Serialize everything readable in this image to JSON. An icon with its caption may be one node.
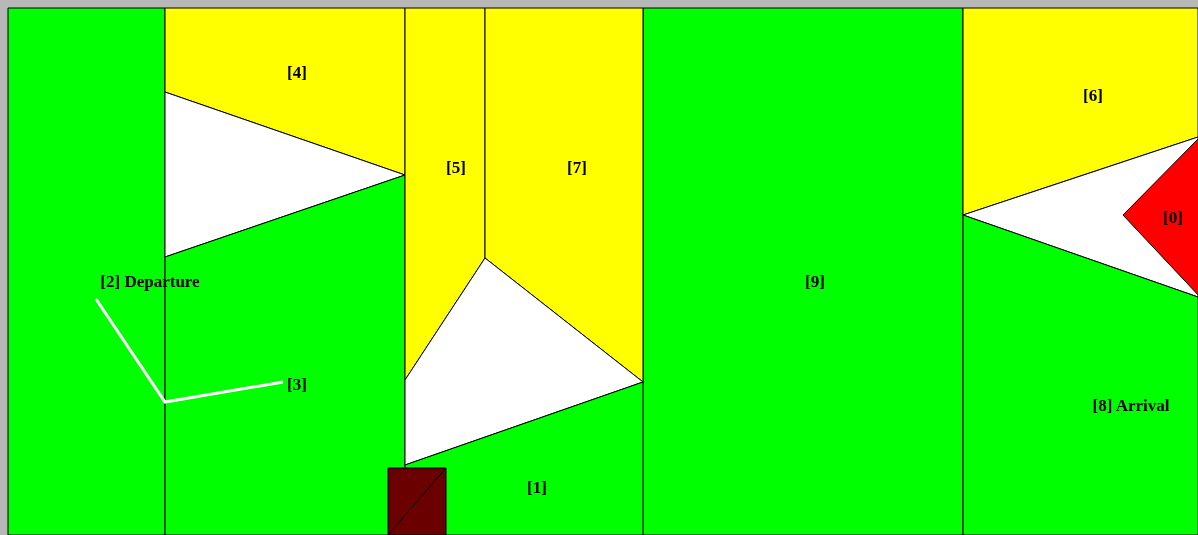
{
  "diagram": {
    "nodes": [
      {
        "text": [
          "[4]"
        ]
      },
      {
        "text": [
          "[5]"
        ]
      },
      {
        "text": [
          "[7]"
        ]
      },
      {
        "text": [
          "[9]"
        ]
      },
      {
        "text": [
          "[6]"
        ]
      },
      {
        "text": [],
        "shape": "triangle"
      },
      {
        "text": [
          "[0]"
        ],
        "in": 7
      },
      {
        "text": [],
        "shape": "triangle"
      },
      {
        "text": [
          "[2] Departure"
        ]
      },
      {
        "text": [],
        "shape": "polygon"
      },
      {
        "text": [
          "[3]"
        ]
      },
      {
        "text": [
          "[8] Arrival"
        ]
      },
      {
        "text": [
          "[1]"
        ]
      },
      {
        "text": [],
        "shape": "box"
      }
    ],
    "edges": [
      {
        "from": 8,
        "to": 10,
        "arrow": "none"
      }
    ]
  }
}
